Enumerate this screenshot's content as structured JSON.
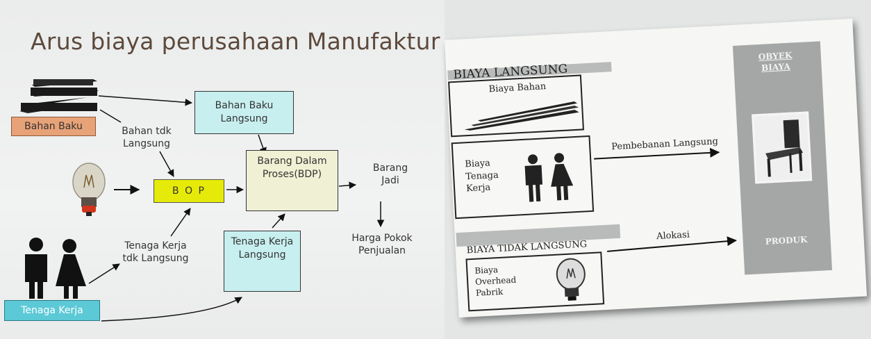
{
  "title": "Arus biaya perusahaan Manufaktur",
  "left_diagram": {
    "nodes": {
      "bahan_baku": "Bahan Baku",
      "tenaga_kerja": "Tenaga Kerja",
      "bahan_baku_langsung": "Bahan Baku\nLangsung",
      "bop": "B O P",
      "bdp": "Barang Dalam\nProses(BDP)",
      "tenaga_kerja_langsung": "Tenaga Kerja\nLangsung"
    },
    "labels": {
      "bahan_tdk_langsung": "Bahan tdk\nLangsung",
      "tenaga_kerja_tdk_langsung": "Tenaga Kerja\ntdk Langsung",
      "barang_jadi": "Barang\nJadi",
      "harga_pokok_penjualan": "Harga Pokok\nPenjualan"
    },
    "colors": {
      "bahan_baku_fill": "#e8a277",
      "tenaga_kerja_fill": "#5cc9d6",
      "light_cyan_fill": "#c8efef",
      "bop_fill": "#e6ea08",
      "bdp_fill": "#f0f0d4"
    },
    "icons": [
      "stacked-boards-icon",
      "light-bulb-icon",
      "people-icon"
    ]
  },
  "right_scan": {
    "biaya_langsung_heading": "BIAYA LANGSUNG",
    "biaya_bahan": "Biaya Bahan",
    "biaya_tenaga_kerja": "Biaya\nTenaga\nKerja",
    "pembebanan_langsung": "Pembebanan Langsung",
    "biaya_tidak_langsung_heading": "BIAYA TIDAK LANGSUNG",
    "biaya_overhead_pabrik": "Biaya\nOverhead\nPabrik",
    "alokasi": "Alokasi",
    "obyek_biaya": "OBYEK\nBIAYA",
    "produk": "PRODUK",
    "icons": [
      "boards-icon",
      "people-icon",
      "light-bulb-icon",
      "chair-icon"
    ]
  }
}
